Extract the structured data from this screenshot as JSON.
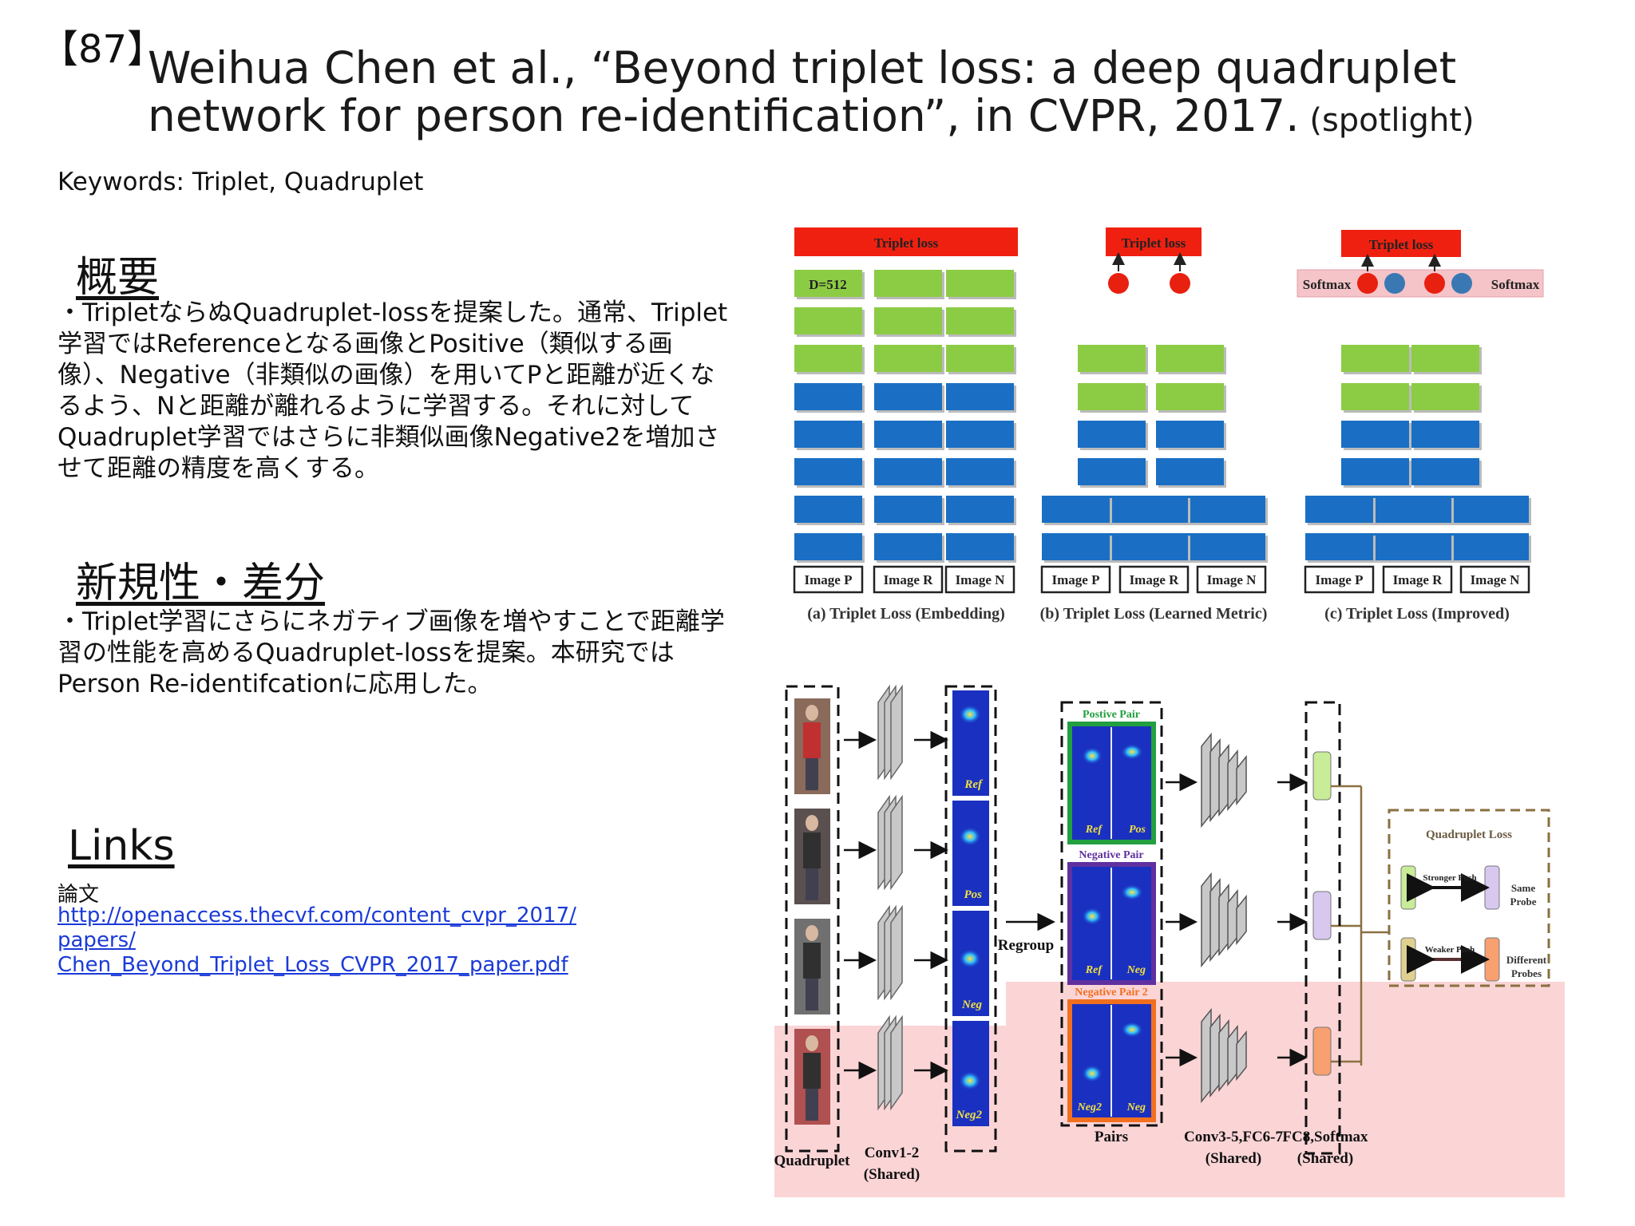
{
  "slide": {
    "number": "【87】",
    "title_main": "Weihua Chen et al., “Beyond triplet loss: a deep quadruplet network for person re-identification”, in CVPR, 2017.",
    "title_note": " (spotlight)",
    "keywords": "Keywords: Triplet, Quadruplet"
  },
  "overview": {
    "heading": "概要",
    "body": "・TripletならぬQuadruplet-lossを提案した。通常、Triplet学習ではReferenceとなる画像とPositive（類似する画像）、Negative（非類似の画像）を用いてPと距離が近くなるよう、Nと距離が離れるように学習する。それに対してQuadruplet学習ではさらに非類似画像Negative2を増加させて距離の精度を高くする。"
  },
  "novelty": {
    "heading": "新規性・差分",
    "body": "・Triplet学習にさらにネガティブ画像を増やすことで距離学習の性能を高めるQuadruplet-lossを提案。本研究ではPerson Re-identifcationに応用した。"
  },
  "links": {
    "heading": "Links",
    "paper_label": "論文",
    "url_lines": [
      "http://openaccess.thecvf.com/content_cvpr_2017/",
      "papers/",
      "Chen_Beyond_Triplet_Loss_CVPR_2017_paper.pdf"
    ]
  },
  "figure_top": {
    "loss_label": "Triplet loss",
    "dim_label": "D=512",
    "softmax_label": "Softmax",
    "image_labels": [
      "Image P",
      "Image R",
      "Image N"
    ],
    "captions": [
      "(a) Triplet Loss (Embedding)",
      "(b) Triplet Loss (Learned Metric)",
      "(c) Triplet Loss (Improved)"
    ],
    "colors": {
      "loss": "#f02010",
      "green": "#8ccc44",
      "blue": "#1a6fc4",
      "pink": "#f4c4c8",
      "dot_red": "#e82010",
      "dot_blue": "#3a78b4"
    }
  },
  "figure_bottom": {
    "pair_labels": [
      "Postive Pair",
      "Negative Pair",
      "Negative Pair 2"
    ],
    "heat_labels": [
      "Ref",
      "Pos",
      "Neg",
      "Neg2"
    ],
    "pair_sub": [
      [
        "Ref",
        "Pos"
      ],
      [
        "Ref",
        "Neg"
      ],
      [
        "Neg2",
        "Neg"
      ]
    ],
    "regroup": "Regroup",
    "quad_loss": "Quadruplet Loss",
    "stronger_push": "Stronger Push",
    "weaker_push": "Weaker Push",
    "same_probe": [
      "Same",
      "Probe"
    ],
    "different_probes": [
      "Different",
      "Probes"
    ],
    "bottom_labels": {
      "quadruplet": "Quadruplet",
      "conv12": [
        "Conv1-2",
        "(Shared)"
      ],
      "pairs": "Pairs",
      "conv3": [
        "Conv3-5,FC6-7",
        "(Shared)"
      ],
      "fc8": [
        "FC8,Softmax",
        "(Shared)"
      ]
    },
    "colors": {
      "pos_border": "#22a040",
      "neg_border": "#6030a0",
      "neg2_border": "#f07020",
      "shade": "#fbd4d6"
    }
  }
}
